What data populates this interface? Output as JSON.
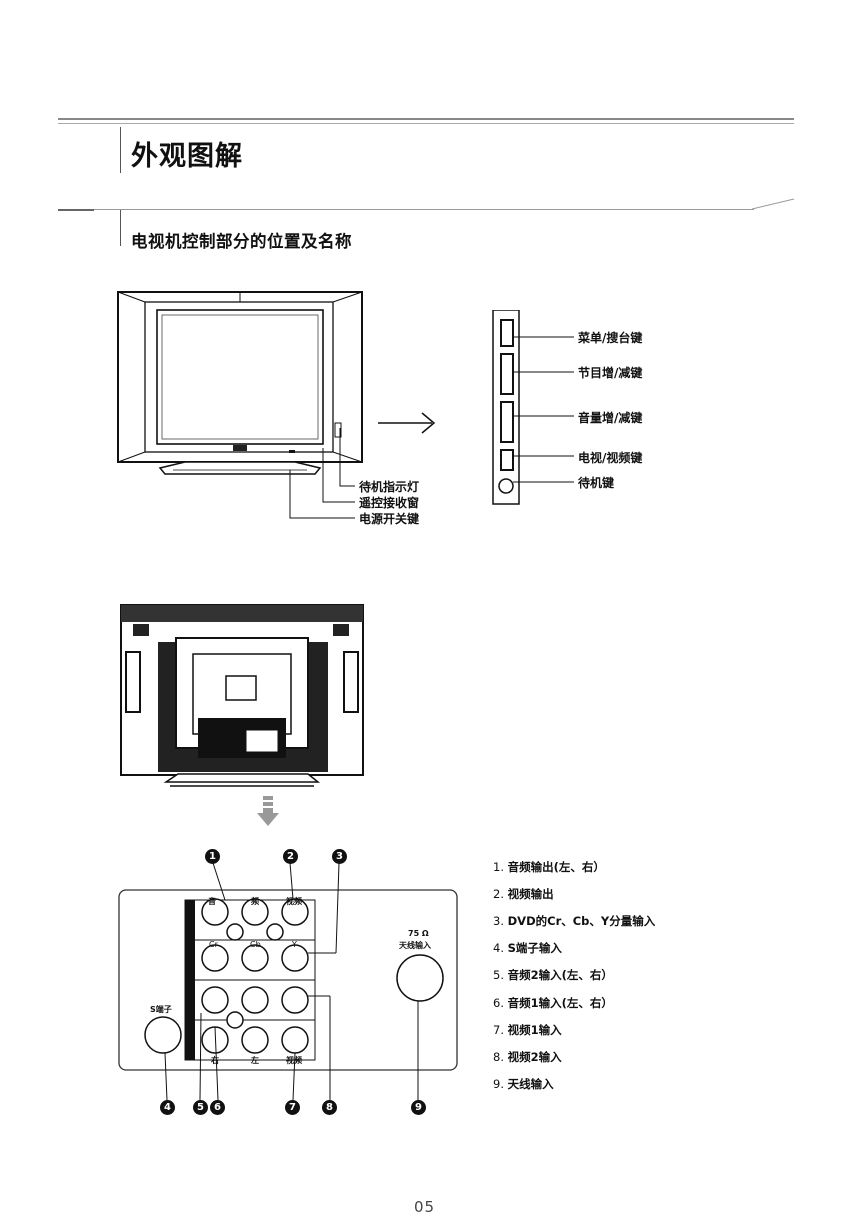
{
  "header": {
    "title": "外观图解",
    "subtitle": "电视机控制部分的位置及名称"
  },
  "front_labels": [
    "待机指示灯",
    "遥控接收窗",
    "电源开关键"
  ],
  "side_labels": [
    "菜单/搜台键",
    "节目增/减键",
    "音量增/减键",
    "电视/视频键",
    "待机键"
  ],
  "panel": {
    "callouts": [
      "1",
      "2",
      "3",
      "4",
      "5",
      "6",
      "7",
      "8",
      "9"
    ],
    "antenna_label": [
      "75 Ω",
      "天线输入"
    ],
    "s_terminal_label": "S端子",
    "jack_labels": [
      "音",
      "频",
      "视频",
      "Cr",
      "Cb",
      "Y",
      "右",
      "左",
      "视频"
    ]
  },
  "legend": [
    {
      "num": "1.",
      "text": "音频输出(左、右）"
    },
    {
      "num": "2.",
      "text": "视频输出"
    },
    {
      "num": "3.",
      "text": "DVD的Cr、Cb、Y分量输入"
    },
    {
      "num": "4.",
      "text": "S端子输入"
    },
    {
      "num": "5.",
      "text": "音频2输入(左、右）"
    },
    {
      "num": "6.",
      "text": "音频1输入(左、右）"
    },
    {
      "num": "7.",
      "text": "视频1输入"
    },
    {
      "num": "8.",
      "text": "视频2输入"
    },
    {
      "num": "9.",
      "text": "天线输入"
    }
  ],
  "page_number": "05"
}
